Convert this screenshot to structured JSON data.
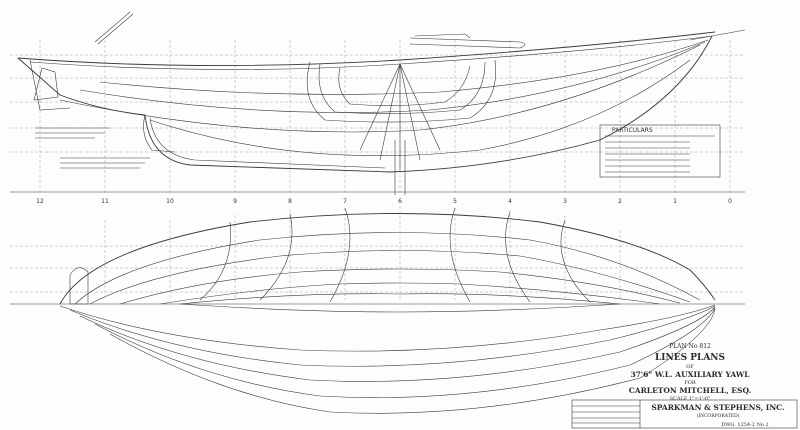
{
  "title_block": {
    "plan_no": "PLAN No 812",
    "title": "LINES PLANS",
    "of": "OF",
    "vessel": "37'6\" W.L. AUXILIARY YAWL",
    "for": "FOR",
    "owner": "CARLETON MITCHELL, ESQ.",
    "scale": "SCALE 1\"=1'-0\"",
    "designer": "SPARKMAN & STEPHENS, INC.",
    "designer_sub": "(INCORPORATED)",
    "drawing_no": "DWG. 1254-2 No 2"
  },
  "station_labels": [
    "12",
    "11",
    "10",
    "9",
    "8",
    "7",
    "6",
    "5",
    "4",
    "3",
    "2",
    "1",
    "0"
  ],
  "particulars_heading": "PARTICULARS"
}
